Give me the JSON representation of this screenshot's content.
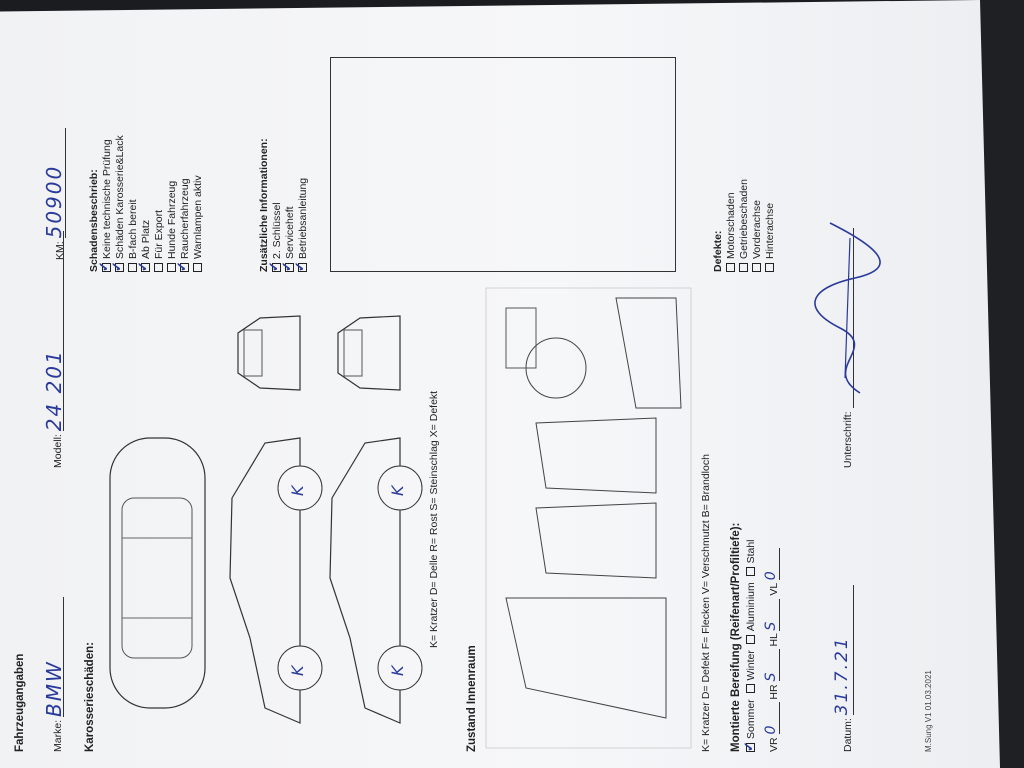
{
  "form": {
    "title": "Fahrzeugangaben",
    "marke_label": "Marke:",
    "marke_value": "BMW",
    "modell_label": "Modell:",
    "modell_value": "24 201",
    "km_label": "KM:",
    "km_value": "50900",
    "karosserie_label": "Karosserieschäden:",
    "legend_exterior": "K= Kratzer D= Delle R= Rost S= Steinschlag X= Defekt",
    "damage_marks": [
      "K",
      "K",
      "K",
      "K"
    ],
    "schadensbeschrieb": {
      "title": "Schadensbeschrieb:",
      "items": [
        {
          "label": "Keine technische Prüfung",
          "checked": true
        },
        {
          "label": "Schäden Karosserie&Lack",
          "checked": true
        },
        {
          "label": "B-fach bereit",
          "checked": false
        },
        {
          "label": "Ab Platz",
          "checked": true
        },
        {
          "label": "Für Export",
          "checked": false
        },
        {
          "label": "Hunde Fahrzeug",
          "checked": false
        },
        {
          "label": "Raucherfahrzeug",
          "checked": true
        },
        {
          "label": "Warnlampen aktiv",
          "checked": false
        }
      ]
    },
    "zusatz": {
      "title": "Zusätzliche Informationen:",
      "items": [
        {
          "label": "2. Schlüssel",
          "checked": true
        },
        {
          "label": "Serviceheft",
          "checked": true
        },
        {
          "label": "Betriebsanleitung",
          "checked": true
        }
      ]
    },
    "innenraum_label": "Zustand Innenraum",
    "legend_interior": "K= Kratzer D= Defekt F= Flecken V= Verschmutzt B= Brandloch",
    "bereifung": {
      "title": "Montierte Bereifung (Reifenart/Profiltiefe):",
      "options": [
        {
          "label": "Sommer",
          "checked": true
        },
        {
          "label": "Winter",
          "checked": false
        },
        {
          "label": "Aluminium",
          "checked": false
        },
        {
          "label": "Stahl",
          "checked": false
        }
      ],
      "vr_label": "VR",
      "vr_value": "0",
      "hr_label": "HR",
      "hr_value": "S",
      "hl_label": "HL",
      "hl_value": "S",
      "vl_label": "VL",
      "vl_value": "0"
    },
    "defekte": {
      "title": "Defekte:",
      "items": [
        {
          "label": "Motorschaden",
          "checked": false
        },
        {
          "label": "Getriebeschaden",
          "checked": false
        },
        {
          "label": "Vorderachse",
          "checked": false
        },
        {
          "label": "Hinterachse",
          "checked": false
        }
      ]
    },
    "datum_label": "Datum:",
    "datum_value": "31.7.21",
    "unterschrift_label": "Unterschrift:",
    "footer": "M.Sung V1 01.03.2021"
  },
  "colors": {
    "paper": "#f3f4f6",
    "ink": "#2a3a9a",
    "print": "#222222"
  }
}
